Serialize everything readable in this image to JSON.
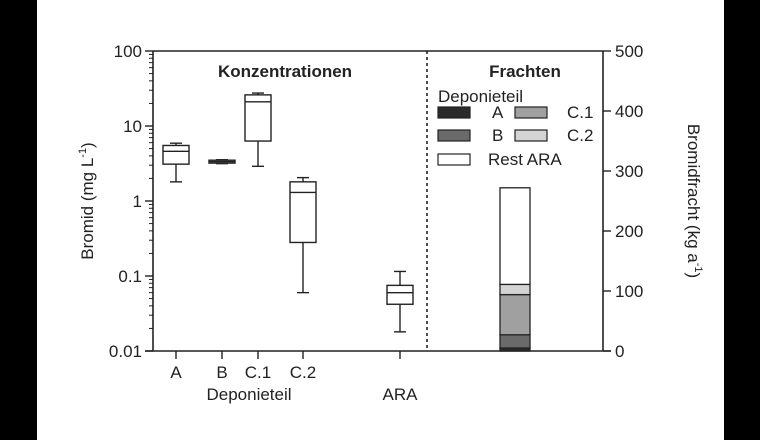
{
  "chart_data": [
    {
      "type": "box",
      "title": "Konzentrationen",
      "ylabel": "Bromid (mg L-1)",
      "ylabel_main": "Bromid (mg L",
      "ylabel_sup": "-1",
      "ylabel_close": ")",
      "yscale": "log",
      "ylim": [
        0.01,
        100
      ],
      "yticks": [
        "0.01",
        "0.1",
        "1",
        "10",
        "100"
      ],
      "xlabel_group": "Deponieteil",
      "categories": [
        "A",
        "B",
        "C.1",
        "C.2",
        "ARA"
      ],
      "boxes": [
        {
          "label": "A",
          "min": 1.8,
          "q1": 3.1,
          "median": 4.6,
          "q3": 5.5,
          "max": 5.9
        },
        {
          "label": "B",
          "min": 3.15,
          "q1": 3.2,
          "median": 3.35,
          "q3": 3.5,
          "max": 3.55
        },
        {
          "label": "C.1",
          "min": 2.9,
          "q1": 6.3,
          "median": 21,
          "q3": 26,
          "max": 27.5
        },
        {
          "label": "C.2",
          "min": 0.06,
          "q1": 0.28,
          "median": 1.3,
          "q3": 1.8,
          "max": 2.05
        },
        {
          "label": "ARA",
          "min": 0.018,
          "q1": 0.042,
          "median": 0.06,
          "q3": 0.075,
          "max": 0.115
        }
      ]
    },
    {
      "type": "bar",
      "stacked": true,
      "title": "Frachten",
      "ylabel": "Bromidfracht (kg a-1)",
      "ylabel_main": "Bromidfracht (kg a",
      "ylabel_sup": "-1",
      "ylabel_close": ")",
      "ylim": [
        0,
        500
      ],
      "yticks": [
        "0",
        "100",
        "200",
        "300",
        "400",
        "500"
      ],
      "legend_title": "Deponieteil",
      "series": [
        {
          "name": "A",
          "value": 5,
          "color": "#2b2b2b"
        },
        {
          "name": "B",
          "value": 22,
          "color": "#6a6a6a"
        },
        {
          "name": "C.1",
          "value": 67,
          "color": "#a0a0a0"
        },
        {
          "name": "C.2",
          "value": 17,
          "color": "#d4d4d4"
        },
        {
          "name": "Rest ARA",
          "value": 161,
          "color": "#ffffff"
        }
      ],
      "total": 272
    }
  ]
}
